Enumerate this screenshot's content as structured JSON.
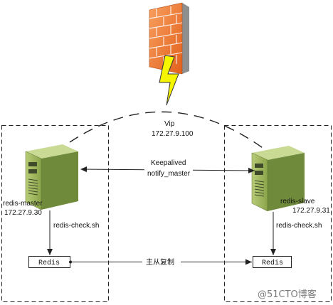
{
  "vip": {
    "label": "Vip",
    "ip": "172.27.9.100"
  },
  "link_top": {
    "line1": "Keepalived",
    "line2": "notify_master"
  },
  "master": {
    "name": "redis-master",
    "ip": "172.27.9.30",
    "script": "redis-check.sh",
    "redis_label": "Redis"
  },
  "slave": {
    "name": "redis-slave",
    "ip": "172.27.9.31",
    "script": "redis-check.sh",
    "redis_label": "Redis"
  },
  "replication": {
    "label": "主从复制"
  },
  "watermark": {
    "text": "@51CTO博客"
  },
  "colors": {
    "server_front": "#9bb55a",
    "server_side": "#6f8a3a",
    "server_top": "#c3d68a",
    "firewall_brick": "#f07a2e",
    "lightning": "#f5f500"
  },
  "icons": [
    "firewall-icon",
    "lightning-icon",
    "server-icon",
    "arrow-icon"
  ]
}
